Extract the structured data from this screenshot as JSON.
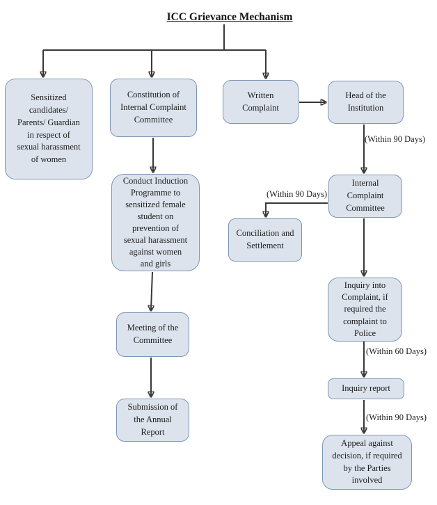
{
  "title": "ICC Grievance Mechanism",
  "nodes": {
    "sensitized": "Sensitized\ncandidates/\nParents/ Guardian\nin respect of\nsexual harassment\nof women",
    "constitution": "Constitution of\nInternal Complaint\nCommittee",
    "written_complaint": "Written\nComplaint",
    "head_institution": "Head of the\nInstitution",
    "internal_committee": "Internal\nComplaint\nCommittee",
    "conciliation": "Conciliation and\nSettlement",
    "inquiry_complaint": "Inquiry into\nComplaint, if\nrequired the\ncomplaint to\nPolice",
    "inquiry_report": "Inquiry report",
    "appeal": "Appeal against\ndecision, if required\nby the Parties\ninvolved",
    "induction": "Conduct Induction\nProgramme to\nsensitized female\nstudent on\nprevention of\nsexual harassment\nagainst women\nand girls",
    "meeting": "Meeting of the\nCommittee",
    "submission": "Submission of\nthe Annual\nReport"
  },
  "labels": {
    "head_to_icc": "(Within 90 Days)",
    "icc_to_conciliation": "(Within 90 Days)",
    "inquiry_to_report": "(Within 60 Days)",
    "report_to_appeal": "(Within 90 Days)"
  },
  "colors": {
    "node_fill": "#dce3ec",
    "node_border": "#7d96b4",
    "line": "#383838",
    "text": "#1c1c1c",
    "background": "#ffffff"
  }
}
